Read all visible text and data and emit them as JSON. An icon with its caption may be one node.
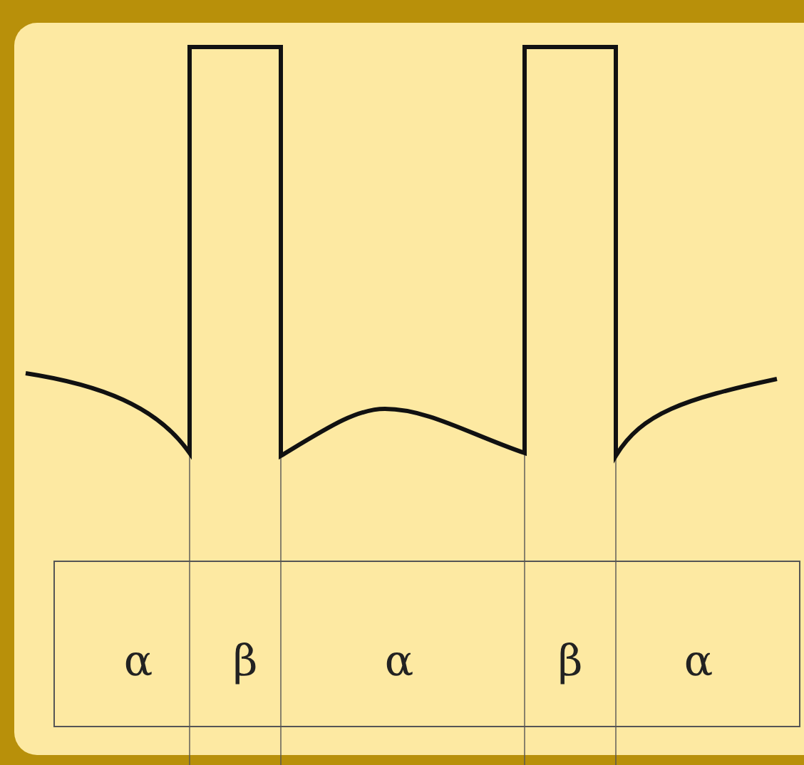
{
  "diagram": {
    "labels": [
      "α",
      "β",
      "α",
      "β",
      "α"
    ]
  }
}
